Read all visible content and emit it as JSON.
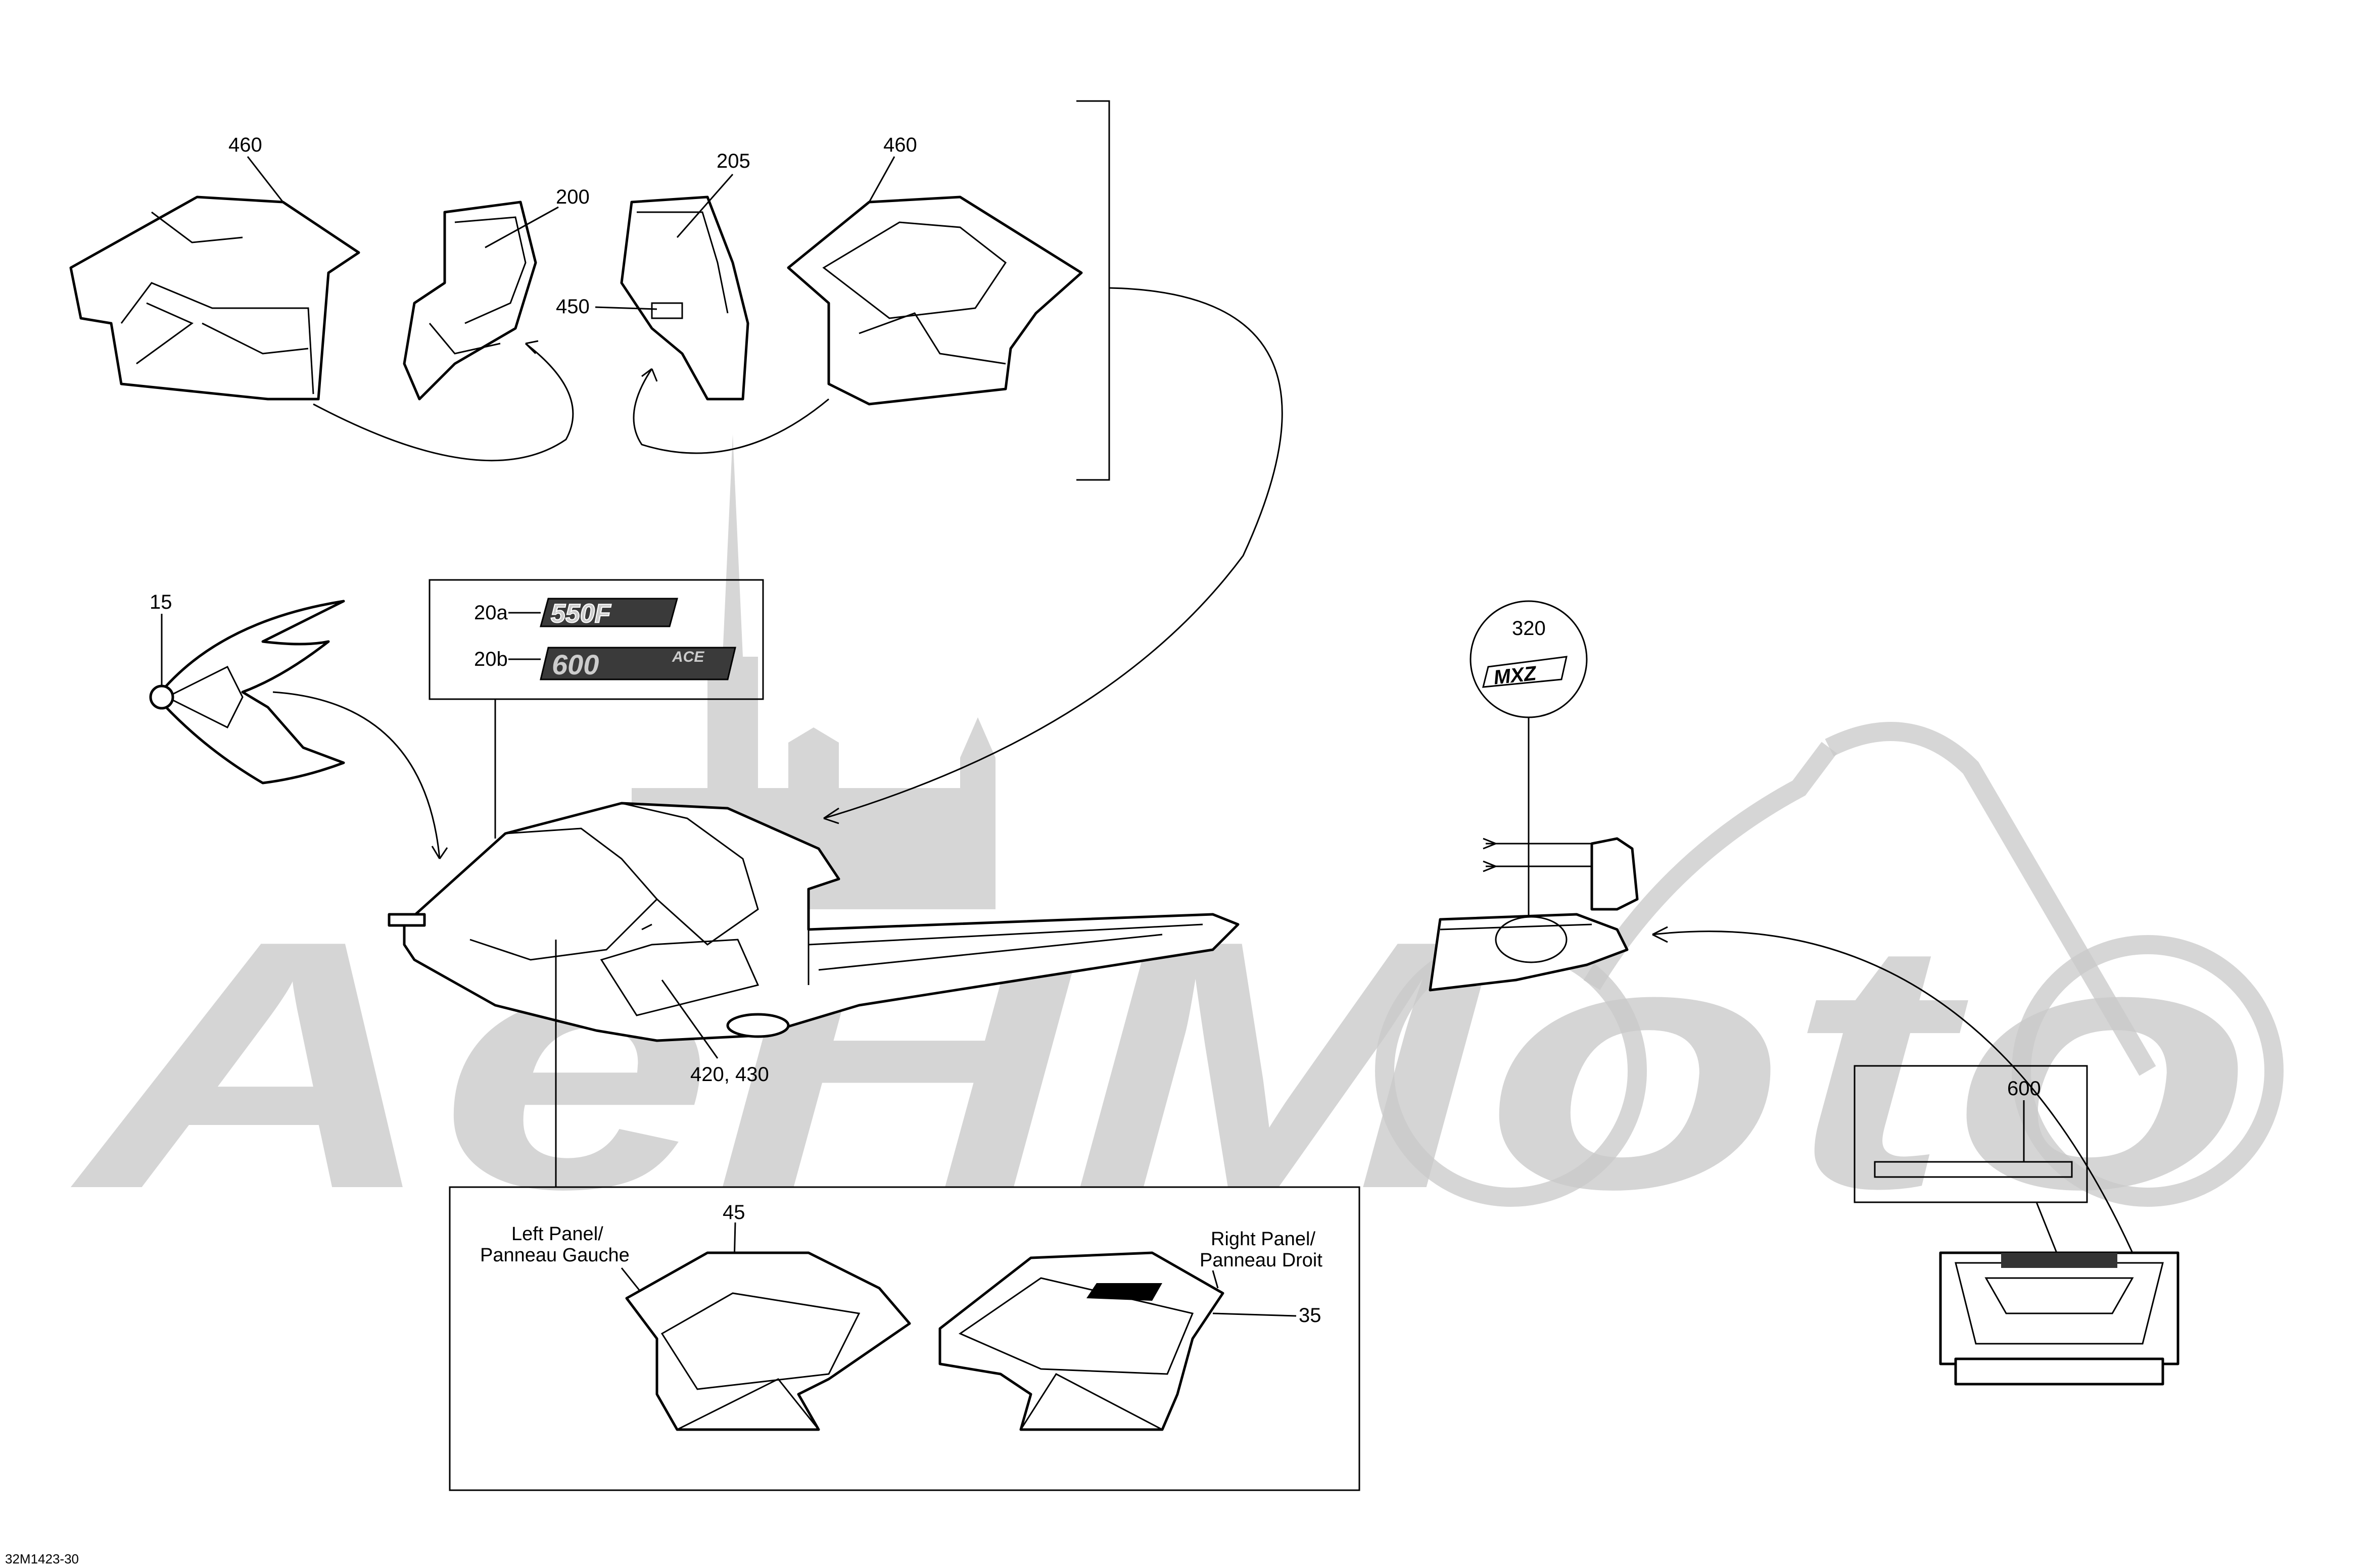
{
  "drawing_number": "32M1423-30",
  "callouts": {
    "c460_left": "460",
    "c200": "200",
    "c205": "205",
    "c460_right": "460",
    "c450": "450",
    "c15": "15",
    "c20a": "20a",
    "c20b": "20b",
    "c320": "320",
    "c420_430": "420, 430",
    "c45": "45",
    "c35": "35",
    "c600": "600"
  },
  "decals": {
    "model_550": "550F",
    "model_600": "600",
    "model_600_suffix": "ACE",
    "badge_320": "MXZ"
  },
  "panel_labels": {
    "left_line1": "Left Panel/",
    "left_line2": "Panneau Gauche",
    "right_line1": "Right Panel/",
    "right_line2": "Panneau Droit"
  },
  "watermark": {
    "text": "AeHMoto",
    "color": "#c8c8c8"
  }
}
